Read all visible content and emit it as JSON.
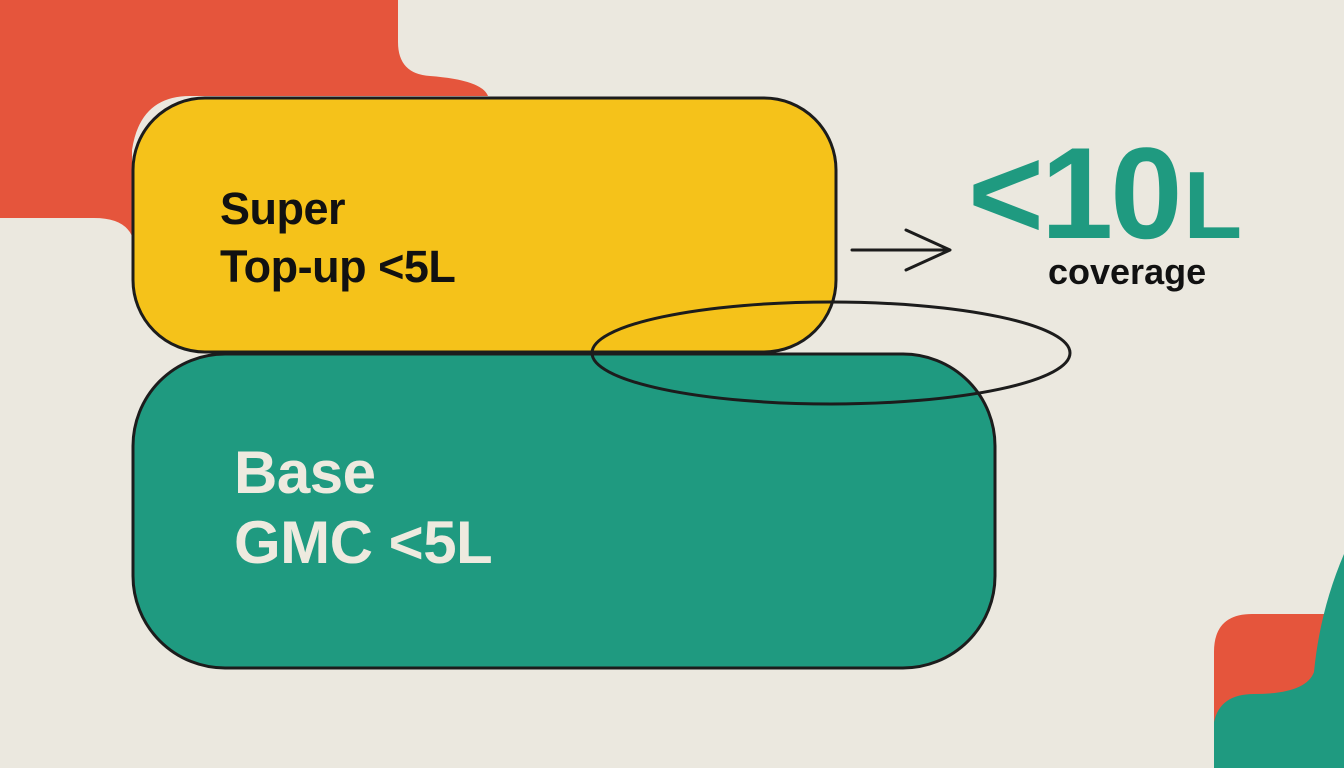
{
  "colors": {
    "background": "#ebe8df",
    "accent_red": "#e5553c",
    "top_up_fill": "#f5c21a",
    "base_fill": "#1f9a80",
    "outline": "#1c1c1c",
    "dark_text": "#111111",
    "light_text": "#eeeadf",
    "total_value": "#1f9a80"
  },
  "top_up": {
    "line1": "Super",
    "line2": "Top-up <5L"
  },
  "base": {
    "line1": "Base",
    "line2": "GMC <5L"
  },
  "total": {
    "value": "<10",
    "unit": "L",
    "caption": "coverage"
  },
  "icons": {
    "arrow": "arrow-right-icon",
    "overlap_ring": "ellipse-outline"
  }
}
